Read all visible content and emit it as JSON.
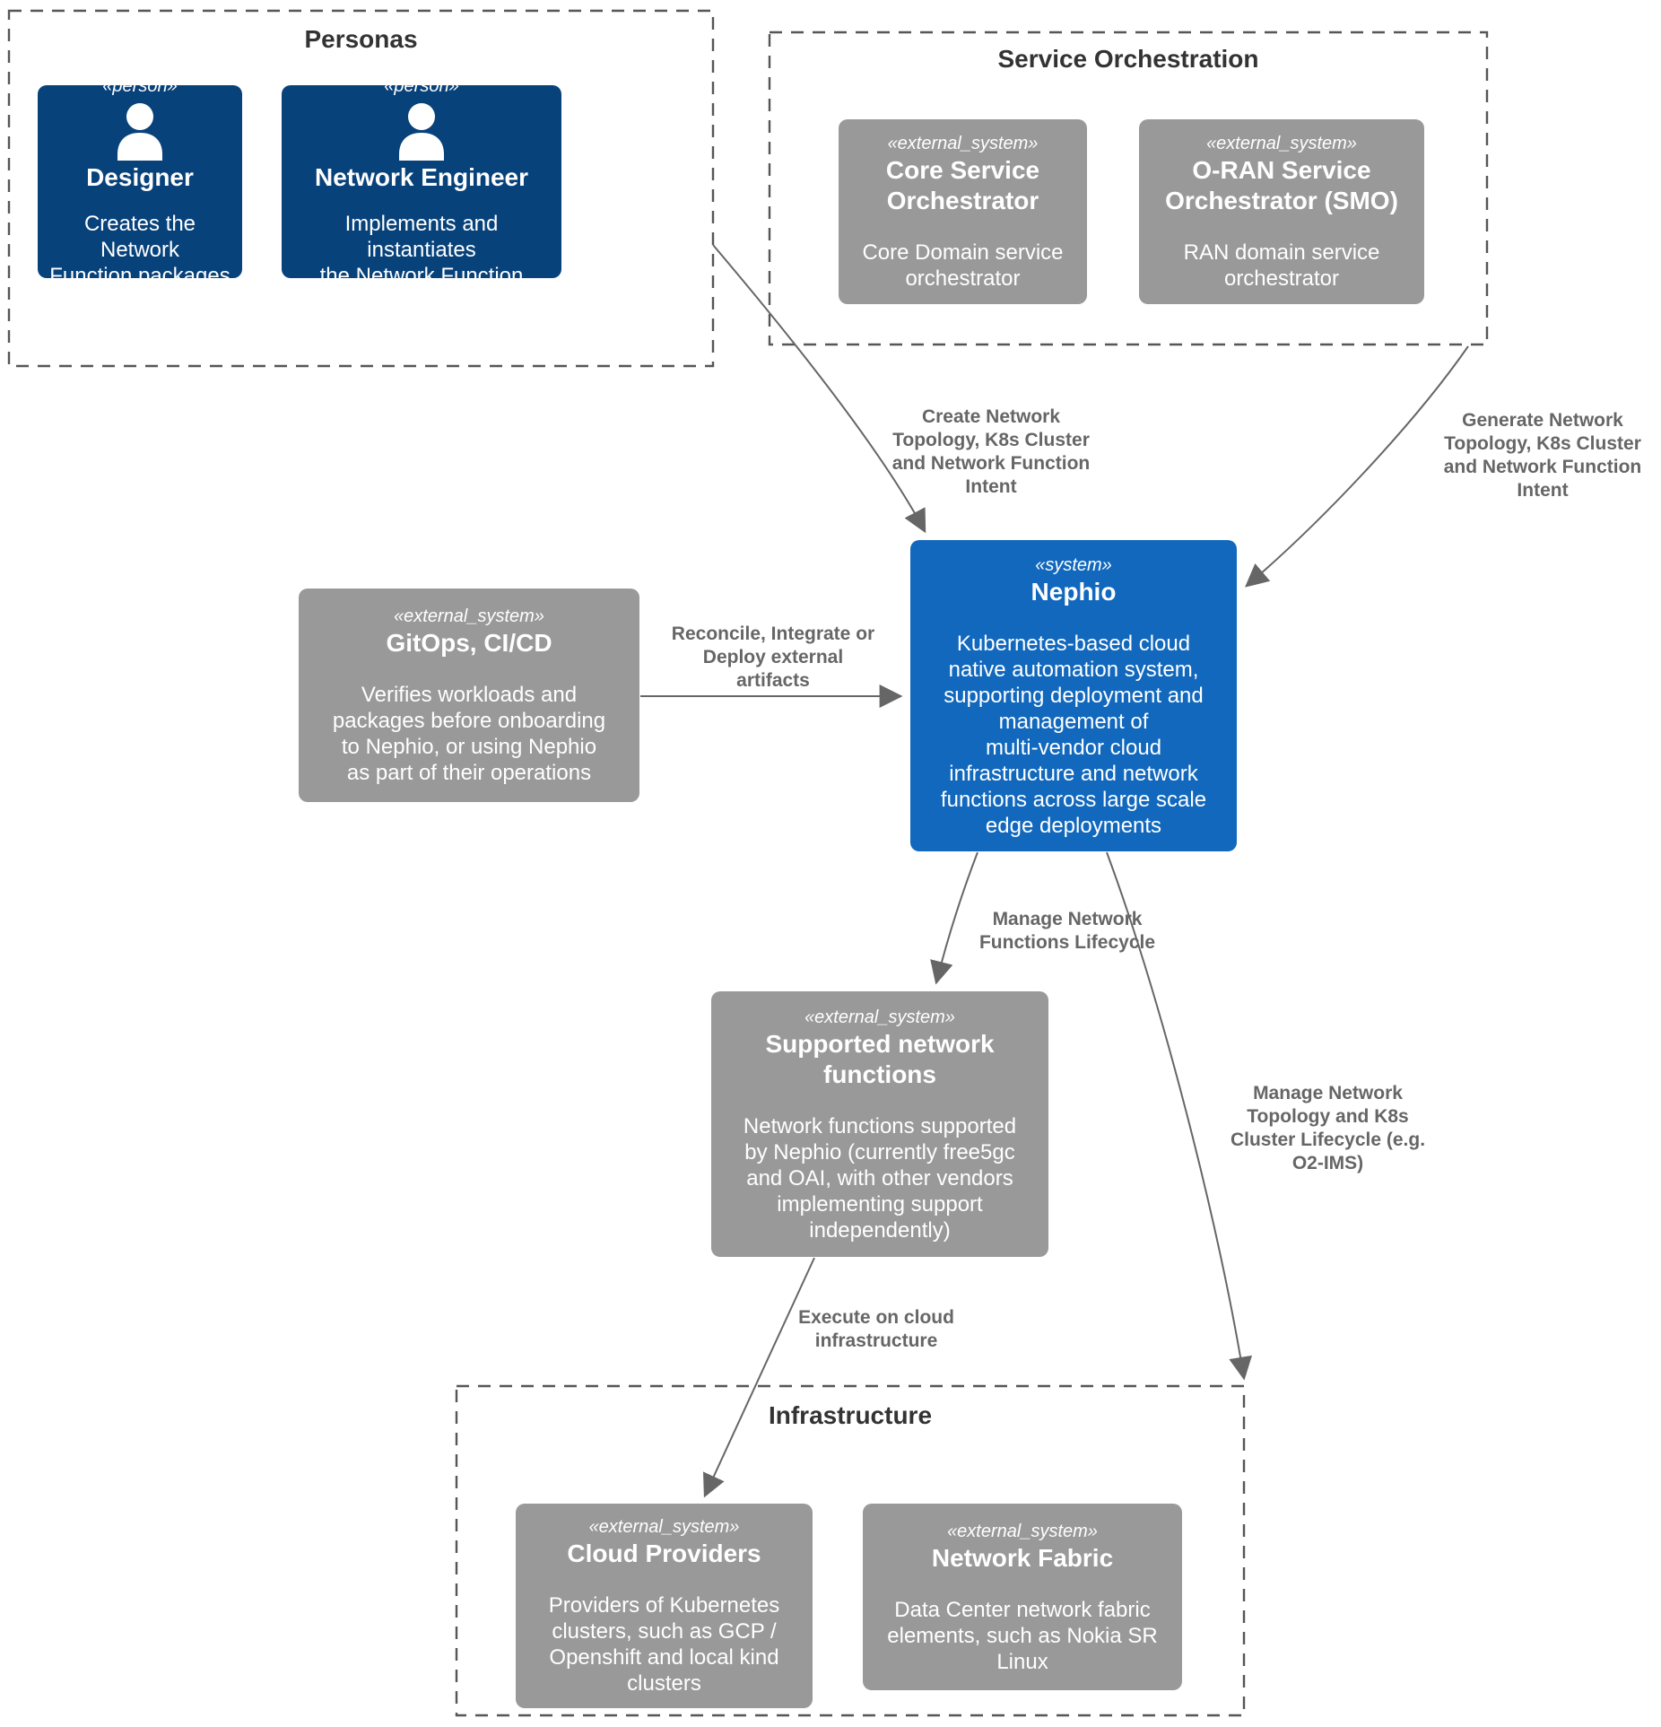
{
  "colors": {
    "person_box": "#08427B",
    "system_box": "#1168BD",
    "external_system_box": "#999999",
    "edge": "#666666",
    "boundary_border": "#565656",
    "boundary_title": "#333333",
    "node_text": "#ffffff"
  },
  "boundaries": {
    "personas": {
      "title": "Personas"
    },
    "service_orchestration": {
      "title": "Service Orchestration"
    },
    "infrastructure": {
      "title": "Infrastructure"
    }
  },
  "nodes": {
    "designer": {
      "stereotype": "«person»",
      "name": "Designer",
      "description": "Creates the Network\nFunction packages"
    },
    "network_engineer": {
      "stereotype": "«person»",
      "name": "Network Engineer",
      "description": "Implements and instantiates\nthe Network Function"
    },
    "core_service_orchestrator": {
      "stereotype": "«external_system»",
      "name": "Core Service\nOrchestrator",
      "description": "Core Domain service\norchestrator"
    },
    "oran_service_orchestrator": {
      "stereotype": "«external_system»",
      "name": "O-RAN Service\nOrchestrator (SMO)",
      "description": "RAN domain service\norchestrator"
    },
    "nephio": {
      "stereotype": "«system»",
      "name": "Nephio",
      "description": "Kubernetes-based cloud\nnative automation system,\nsupporting deployment and\nmanagement of\nmulti-vendor cloud\ninfrastructure and network\nfunctions across large scale\nedge deployments"
    },
    "gitops": {
      "stereotype": "«external_system»",
      "name": "GitOps, CI/CD",
      "description": "Verifies workloads and\npackages before onboarding\nto Nephio, or using Nephio\nas part of their operations"
    },
    "supported_network_functions": {
      "stereotype": "«external_system»",
      "name": "Supported network\nfunctions",
      "description": "Network functions supported\nby Nephio (currently free5gc\nand OAI, with other vendors\nimplementing support\nindependently)"
    },
    "cloud_providers": {
      "stereotype": "«external_system»",
      "name": "Cloud Providers",
      "description": "Providers of Kubernetes\nclusters, such as GCP /\nOpenshift and local kind\nclusters"
    },
    "network_fabric": {
      "stereotype": "«external_system»",
      "name": "Network Fabric",
      "description": "Data Center network fabric\nelements, such as Nokia SR\nLinux"
    }
  },
  "edges": {
    "create_intent": {
      "label": "Create Network\nTopology, K8s Cluster\nand Network Function\nIntent"
    },
    "generate_intent": {
      "label": "Generate Network\nTopology, K8s Cluster\nand Network Function\nIntent"
    },
    "reconcile": {
      "label": "Reconcile, Integrate or\nDeploy external\nartifacts"
    },
    "manage_nf": {
      "label": "Manage Network\nFunctions Lifecycle"
    },
    "manage_topology": {
      "label": "Manage Network\nTopology and K8s\nCluster Lifecycle (e.g.\nO2-IMS)"
    },
    "execute": {
      "label": "Execute on cloud\ninfrastructure"
    }
  }
}
